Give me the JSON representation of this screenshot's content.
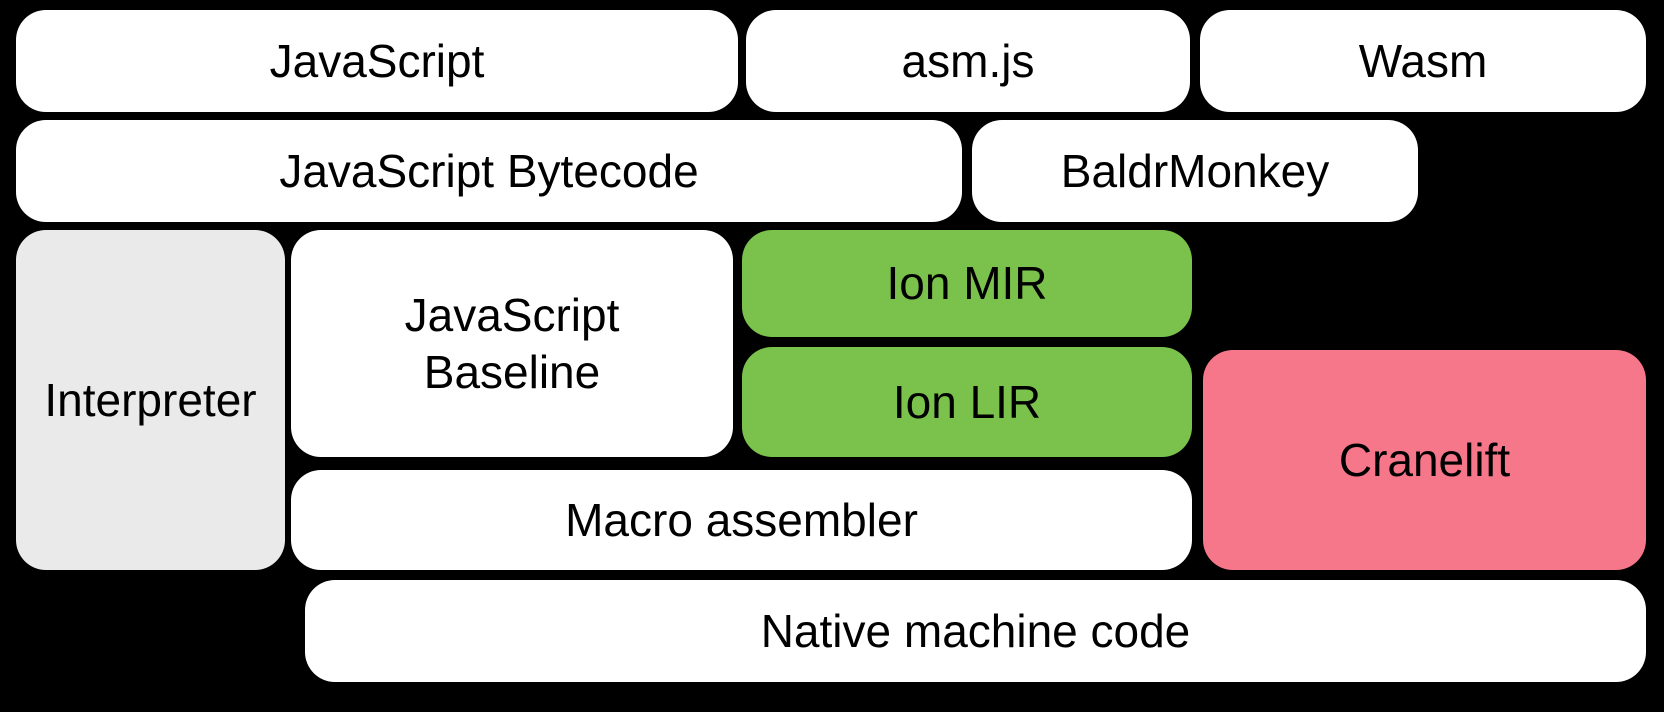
{
  "diagram": {
    "background_color": "#000000",
    "text_color": "#000000",
    "colors": {
      "node_default": "#ffffff",
      "node_interpreter": "#eaeaea",
      "node_ion": "#7ac24c",
      "node_cranelift": "#f6778a"
    },
    "nodes": [
      {
        "id": "javascript",
        "label": "JavaScript",
        "color_role": "default"
      },
      {
        "id": "asmjs",
        "label": "asm.js",
        "color_role": "default"
      },
      {
        "id": "wasm",
        "label": "Wasm",
        "color_role": "default"
      },
      {
        "id": "js-bytecode",
        "label": "JavaScript Bytecode",
        "color_role": "default"
      },
      {
        "id": "baldrmonkey",
        "label": "BaldrMonkey",
        "color_role": "default"
      },
      {
        "id": "interpreter",
        "label": "Interpreter",
        "color_role": "interpreter"
      },
      {
        "id": "js-baseline",
        "label": "JavaScript\nBaseline",
        "color_role": "default"
      },
      {
        "id": "ion-mir",
        "label": "Ion MIR",
        "color_role": "ion"
      },
      {
        "id": "ion-lir",
        "label": "Ion LIR",
        "color_role": "ion"
      },
      {
        "id": "cranelift",
        "label": "Cranelift",
        "color_role": "cranelift"
      },
      {
        "id": "macro-assembler",
        "label": "Macro assembler",
        "color_role": "default"
      },
      {
        "id": "native-code",
        "label": "Native machine code",
        "color_role": "default"
      }
    ]
  }
}
